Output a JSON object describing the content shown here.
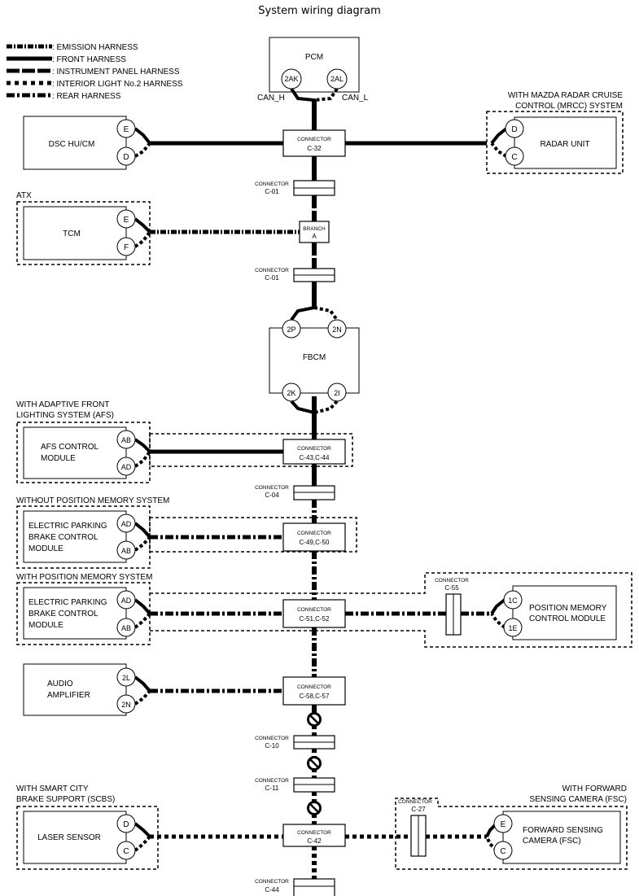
{
  "page_title": "System wiring diagram",
  "legend": [
    {
      "id": "emission",
      "label": ": EMISSION HARNESS"
    },
    {
      "id": "front",
      "label": ": FRONT HARNESS"
    },
    {
      "id": "ip",
      "label": ": INSTRUMENT PANEL HARNESS"
    },
    {
      "id": "interior",
      "label": ": INTERIOR LIGHT No.2 HARNESS"
    },
    {
      "id": "rear",
      "label": ": REAR HARNESS"
    }
  ],
  "modules": {
    "pcm": {
      "name": "PCM",
      "pin_h": "2AK",
      "pin_l": "2AL",
      "can_h": "CAN_H",
      "can_l": "CAN_L"
    },
    "dsc": {
      "name": "DSC HU/CM",
      "pin_a": "E",
      "pin_b": "D"
    },
    "radar": {
      "name": "RADAR UNIT",
      "pin_a": "D",
      "pin_b": "C",
      "option_line1": "WITH MAZDA RADAR CRUISE",
      "option_line2": "CONTROL (MRCC) SYSTEM"
    },
    "tcm": {
      "name": "TCM",
      "pin_a": "E",
      "pin_b": "F",
      "option": "ATX"
    },
    "fbcm": {
      "name": "FBCM",
      "pin_top_a": "2P",
      "pin_top_b": "2N",
      "pin_bot_a": "2K",
      "pin_bot_b": "2I"
    },
    "afs": {
      "name_line1": "AFS CONTROL",
      "name_line2": "MODULE",
      "pin_a": "AB",
      "pin_b": "AD",
      "option_line1": "WITH ADAPTIVE FRONT",
      "option_line2": "LIGHTING SYSTEM (AFS)"
    },
    "epb1": {
      "name_line1": "ELECTRIC PARKING",
      "name_line2": "BRAKE CONTROL",
      "name_line3": "MODULE",
      "pin_a": "AD",
      "pin_b": "AB",
      "option": "WITHOUT POSITION MEMORY SYSTEM"
    },
    "epb2": {
      "name_line1": "ELECTRIC PARKING",
      "name_line2": "BRAKE CONTROL",
      "name_line3": "MODULE",
      "pin_a": "AD",
      "pin_b": "AB",
      "option": "WITH POSITION MEMORY SYSTEM"
    },
    "pmcm": {
      "name_line1": "POSITION MEMORY",
      "name_line2": "CONTROL MODULE",
      "pin_a": "1C",
      "pin_b": "1E"
    },
    "audio": {
      "name_line1": "AUDIO",
      "name_line2": "AMPLIFIER",
      "pin_a": "2L",
      "pin_b": "2N"
    },
    "laser": {
      "name": "LASER SENSOR",
      "pin_a": "D",
      "pin_b": "C",
      "option_line1": "WITH SMART CITY",
      "option_line2": "BRAKE SUPPORT (SCBS)"
    },
    "fsc": {
      "name_line1": "FORWARD SENSING",
      "name_line2": "CAMERA (FSC)",
      "pin_a": "E",
      "pin_b": "C",
      "option_line1": "WITH FORWARD",
      "option_line2": "SENSING CAMERA (FSC)"
    }
  },
  "connectors": {
    "word": "CONNECTOR",
    "c32": "C-32",
    "c01a": "C-01",
    "branch_word": "BRANCH",
    "branch_id": "A",
    "c01b": "C-01",
    "c4344": "C-43,C-44",
    "c04": "C-04",
    "c4950": "C-49,C-50",
    "c55": "C-55",
    "c5152": "C-51,C-52",
    "c5857": "C-58,C-57",
    "c10": "C-10",
    "c11": "C-11",
    "c27": "C-27",
    "c42": "C-42",
    "c44": "C-44"
  }
}
